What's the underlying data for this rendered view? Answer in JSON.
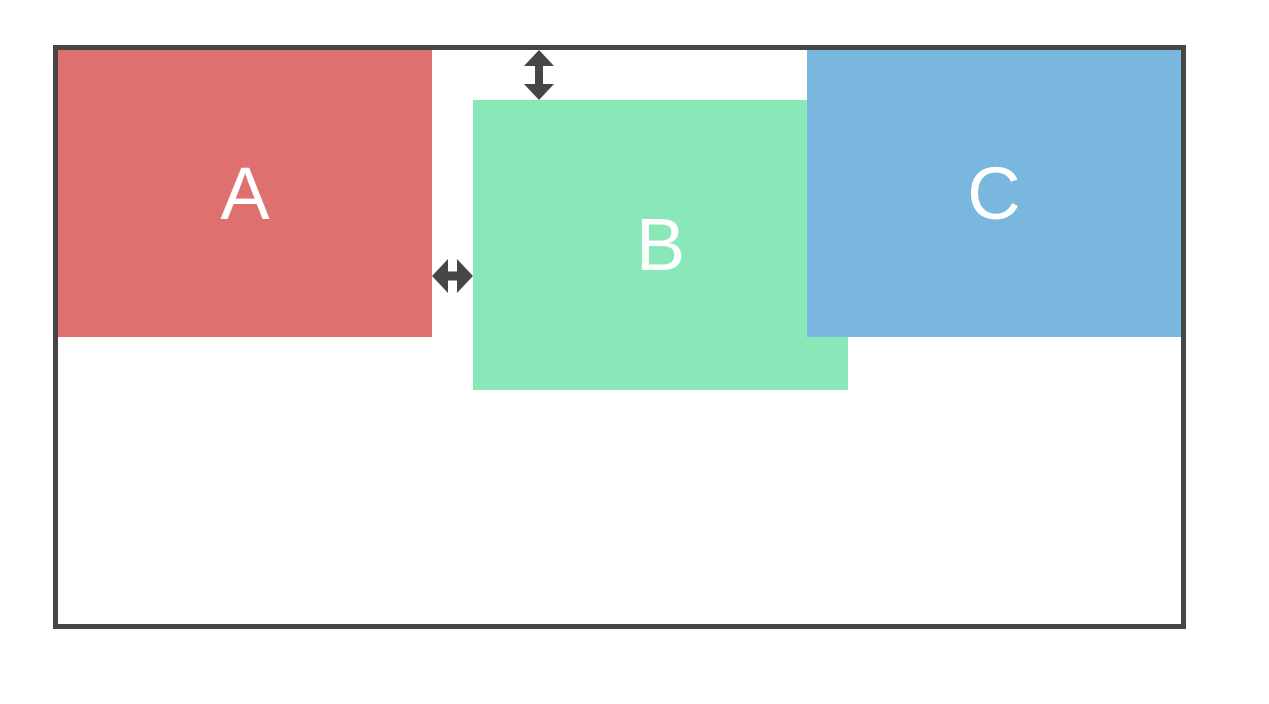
{
  "figure": {
    "background_color": "#FFFFFF",
    "frame": {
      "border_color": "#464646"
    },
    "boxes": [
      {
        "label": "A",
        "fill_color": "#DF7070",
        "text_color": "#FFFFFF"
      },
      {
        "label": "B",
        "fill_color": "#8AE8B8",
        "text_color": "#FFFFFF"
      },
      {
        "label": "C",
        "fill_color": "#7AB7DF",
        "text_color": "#FFFFFF"
      }
    ],
    "icons": {
      "vertical_gap_arrow": {
        "name": "vertical-gap-arrow-icon",
        "glyph": "↕",
        "color": "#464646"
      },
      "horizontal_gap_arrow": {
        "name": "horizontal-gap-arrow-icon",
        "glyph": "↔",
        "color": "#464646"
      }
    }
  }
}
